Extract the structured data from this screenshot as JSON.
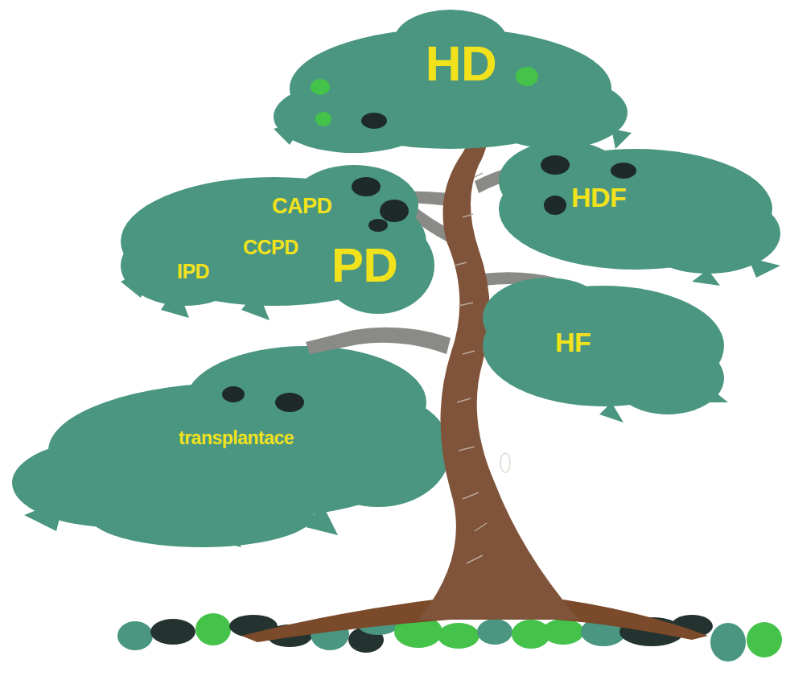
{
  "diagram": {
    "labels": [
      "HD",
      "CAPD",
      "HDF",
      "CCPD",
      "IPD",
      "PD",
      "HF",
      "transplantace"
    ]
  }
}
